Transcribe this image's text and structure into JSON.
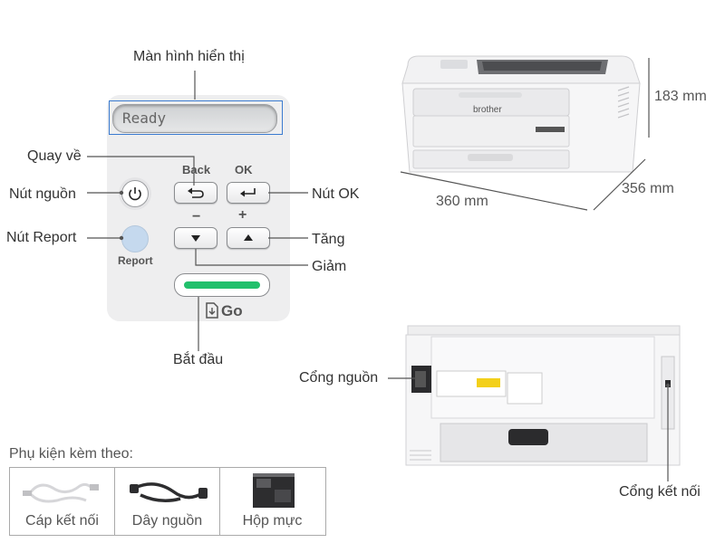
{
  "display": {
    "callout": "Màn hình hiển thị",
    "screen_text": "Ready"
  },
  "buttons": {
    "back_key": "Back",
    "ok_key": "OK",
    "minus_key": "−",
    "plus_key": "+",
    "report_key": "Report",
    "go_key": "Go"
  },
  "callouts": {
    "back": "Quay về",
    "power": "Nút nguồn",
    "report": "Nút Report",
    "ok": "Nút OK",
    "plus": "Tăng",
    "minus": "Giảm",
    "go": "Bắt đầu"
  },
  "printer_front": {
    "brand": "brother",
    "height": "183 mm",
    "width": "360 mm",
    "depth": "356 mm"
  },
  "printer_back": {
    "power_port": "Cổng nguồn",
    "connect_port": "Cổng kết nối"
  },
  "accessories": {
    "title": "Phụ kiện kèm theo:",
    "items": [
      {
        "label": "Cáp kết nối",
        "icon": "usb-cable-icon"
      },
      {
        "label": "Dây nguồn",
        "icon": "power-cord-icon"
      },
      {
        "label": "Hộp mực",
        "icon": "toner-cartridge-icon"
      }
    ]
  },
  "colors": {
    "callout_frame": "#3b7bd0",
    "go_bar": "#22c06c",
    "report_button": "#c5d9ee"
  }
}
